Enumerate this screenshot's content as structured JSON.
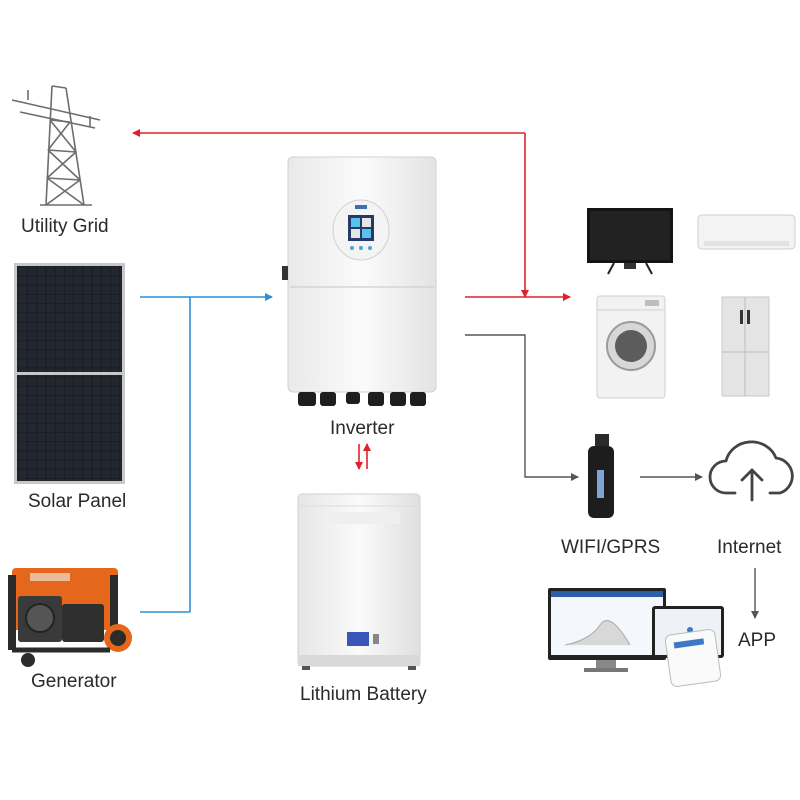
{
  "labels": {
    "utility_grid": "Utility Grid",
    "solar_panel": "Solar Panel",
    "generator": "Generator",
    "inverter": "Inverter",
    "lithium_battery": "Lithium Battery",
    "wifi_gprs": "WIFI/GPRS",
    "internet": "Internet",
    "app": "APP"
  },
  "colors": {
    "grid_line": "#e0212a",
    "dc_line": "#2a8fd6",
    "comm_line": "#555555",
    "generator_orange": "#e4671b"
  },
  "icons": [
    "power-tower-icon",
    "solar-panel-icon",
    "generator-icon",
    "inverter-icon",
    "lithium-battery-icon",
    "tv-icon",
    "air-conditioner-icon",
    "washing-machine-icon",
    "refrigerator-icon",
    "wifi-dongle-icon",
    "cloud-upload-icon",
    "monitor-app-icon"
  ]
}
